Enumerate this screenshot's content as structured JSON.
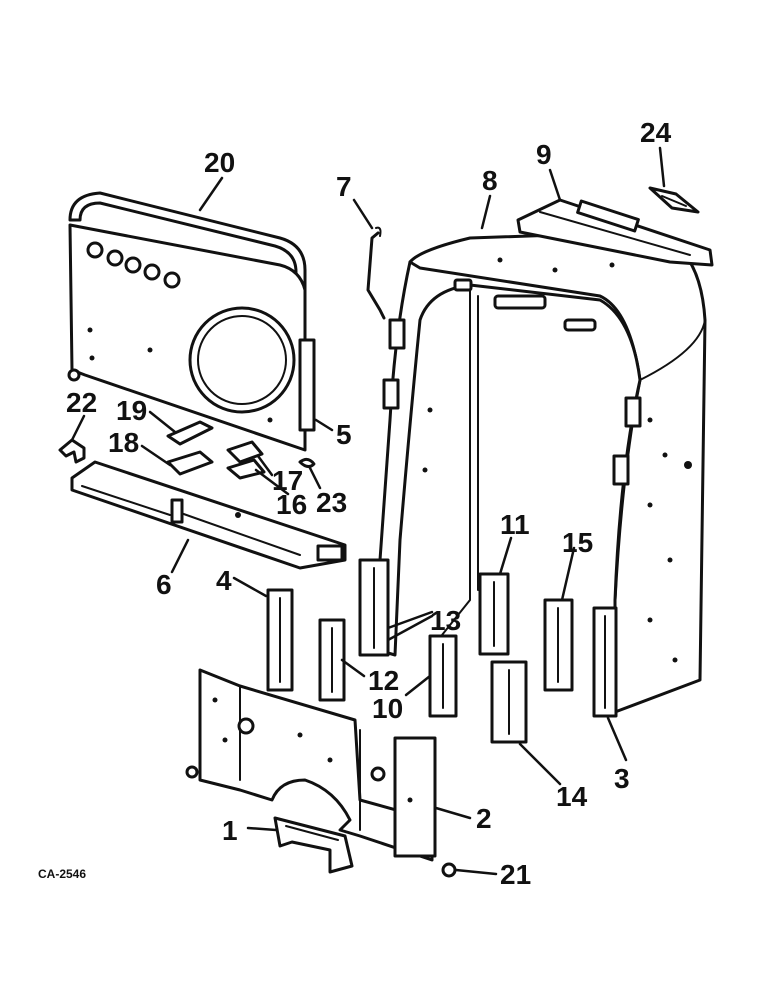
{
  "figure_code": "CA-2546",
  "callouts": [
    "1",
    "2",
    "3",
    "4",
    "5",
    "6",
    "7",
    "8",
    "9",
    "10",
    "11",
    "12",
    "13",
    "14",
    "15",
    "16",
    "17",
    "18",
    "19",
    "20",
    "21",
    "22",
    "23",
    "24"
  ]
}
